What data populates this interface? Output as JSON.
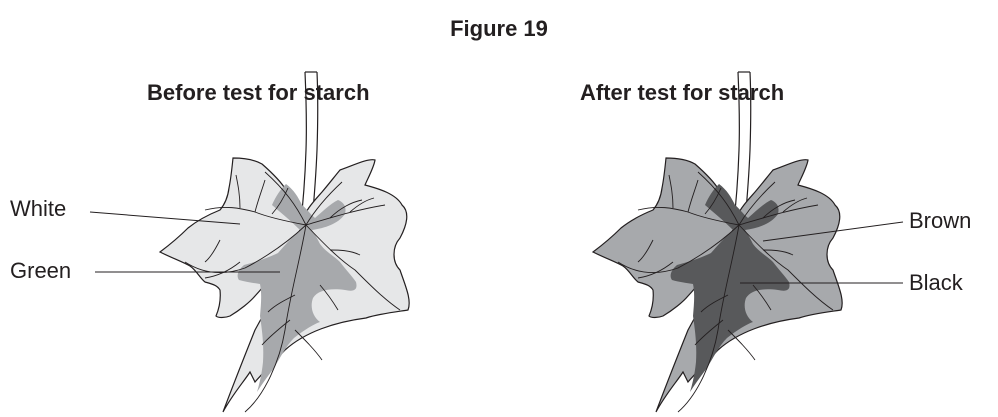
{
  "figure": {
    "title": "Figure 19"
  },
  "panels": [
    {
      "caption": "Before test for starch",
      "labels": [
        "White",
        "Green"
      ]
    },
    {
      "caption": "After test for starch",
      "labels": [
        "Brown",
        "Black"
      ]
    }
  ],
  "colors": {
    "white_region": "#e6e7e8",
    "green_region": "#a7a9ac",
    "brown_region": "#a7a9ac",
    "black_region": "#58595b",
    "outline": "#231f20"
  }
}
